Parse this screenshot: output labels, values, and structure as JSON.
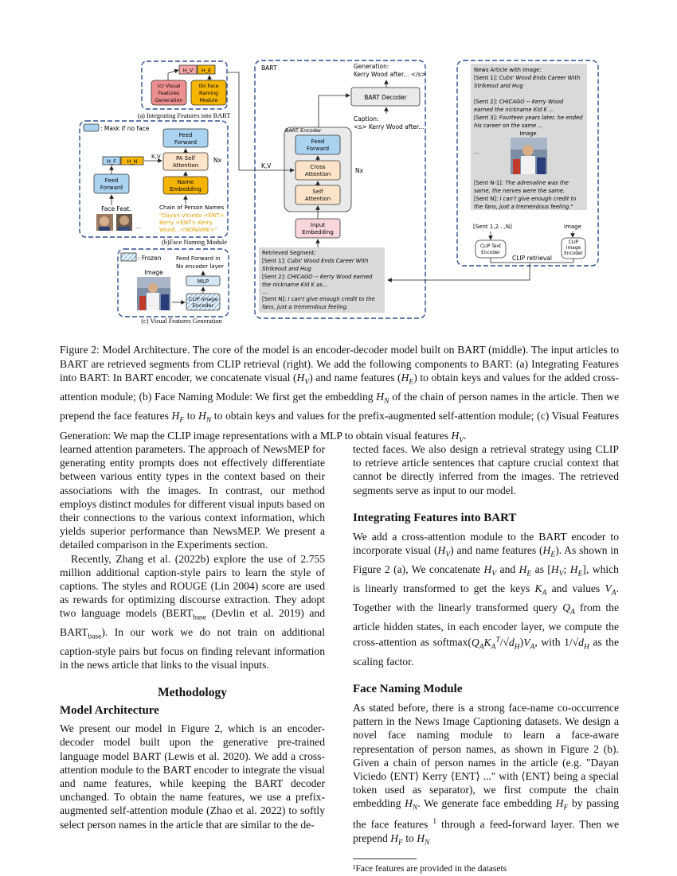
{
  "figure": {
    "panel_a": {
      "title": "(a) Integrating Features into BART",
      "hv": "H_V",
      "he": "H_E",
      "visual_gen": "(c) Visual Features Generation",
      "face_naming": "(b) Face Naming Module"
    },
    "panel_b": {
      "title": "(b)Face Naming Module",
      "mask_label": ": Mask if no face",
      "ff": "Feed Forward",
      "pa": "PA Self Attention",
      "name_emb": "Name Embedding",
      "hf": "H_F",
      "hn": "H_N",
      "kv": "K,V",
      "nx": "Nx",
      "face_feat": "Face Feat.",
      "chain_label": "Chain of Person Names",
      "chain_text": "\"Dayan Viciedo <ENT> Kerry <ENT> Kerry Wood...<NONAME>\"",
      "ellipsis": "..."
    },
    "panel_c": {
      "title": "(c) Visual Features Generation",
      "frozen": ": Frozen",
      "ff_label": "Feed Forward in Nx encoder layer",
      "image_label": "Image",
      "mlp": "MLP",
      "clip": "CLIP Image Encoder"
    },
    "bart": {
      "label": "BART",
      "generation_label": "Generation:",
      "generation_text": "Kerry Wood after... </s>",
      "decoder": "BART Decoder",
      "caption_label": "Caption:",
      "caption_text": "<s> Kerry Wood after...",
      "encoder_label": "BART Encoder",
      "ff": "Feed Forward",
      "cross": "Cross Attention",
      "self": "Self Attention",
      "nx": "Nx",
      "kv": "K,V",
      "input_emb": "Input Embedding",
      "retrieved_label": "Retrieved Segment:",
      "retrieved_s1_tag": "[Sent 1]:",
      "retrieved_s1": "Cubs' Wood Ends Career With Strikeout and Hug",
      "retrieved_s2_tag": "[Sent 2]:",
      "retrieved_s2": "CHICAGO -- Kerry Wood earned the nickname  Kid K as...",
      "retrieved_dots": "...",
      "retrieved_sn_tag": "[Sent N]:",
      "retrieved_sn": "I can't give enough credit to the fans, just a tremendous feeling."
    },
    "retrieval": {
      "article_label": "News Article with Image:",
      "s1_tag": "[Sent 1]:",
      "s1": "Cubs' Wood Ends Career With Strikeout and Hug",
      "s2_tag": "[Sent 2]:",
      "s2": "CHICAGO -- Kerry Wood earned the nickname  Kid K ...",
      "s3_tag": "[Sent 3]:",
      "s3": "Fourteen years later, he ended his career on the same ...",
      "image_label": "Image",
      "dots": "...",
      "sn1_tag": "[Sent N-1]:",
      "sn1": "The adrenaline was the same, the nerves were the same.",
      "sn_tag": "[Sent N]:",
      "sn": "I can't give enough credit to the fans, just a tremendous feeling.\"",
      "sent_range": "[Sent 1,2...,N]",
      "image_in": "Image",
      "clip_text": "CLIP Text Encoder",
      "clip_image": "CLIP Image Encoder",
      "clip_retrieval": "CLIP retrieval"
    }
  },
  "caption": "Figure 2: Model Architecture. The core of the model is an encoder-decoder model built on BART (middle). The input articles to BART are retrieved segments from CLIP retrieval (right). We add the following components to BART: (a) Integrating Features into BART: In BART encoder, we concatenate visual (HV) and name features (HE) to obtain keys and values for the added cross-attention module; (b) Face Naming Module: We first get the embedding HN of the chain of person names in the article. Then we prepend the face features HF to HN to obtain keys and values for the prefix-augmented self-attention module; (c) Visual Features Generation: We map the CLIP image representations with a MLP to obtain visual features HV.",
  "left_col": {
    "p1": "learned attention parameters. The approach of NewsMEP for generating entity prompts does not effectively differentiate between various entity types in the context based on their associations with the images. In contrast, our method employs distinct modules for different visual inputs based on their connections to the various context information, which yields superior performance than NewsMEP. We present a detailed comparison in the Experiments section.",
    "p2": "Recently, Zhang et al. (2022b) explore the use of 2.755 million additional caption-style pairs to learn the style of captions. The styles and ROUGE (Lin 2004) score are used as rewards for optimizing discourse extraction. They adopt two language models (BERTbase (Devlin et al. 2019) and BARTbase). In our work we do not train on additional caption-style pairs but focus on finding relevant information in the news article that links to the visual inputs.",
    "h_methodology": "Methodology",
    "h_model": "Model Architecture",
    "p3": "We present our model in Figure 2, which is an encoder-decoder model built upon the generative pre-trained language model BART (Lewis et al. 2020). We add a cross-attention module to the BART encoder to integrate the visual and name features, while keeping the BART decoder unchanged. To obtain the name features, we use a prefix-augmented self-attention module (Zhao et al. 2022) to softly select person names in the article that are similar to the de-"
  },
  "right_col": {
    "p1": "tected faces. We also design a retrieval strategy using CLIP to retrieve article sentences that capture crucial context that cannot be directly inferred from the images. The retrieved segments serve as input to our model.",
    "h_integrating": "Integrating Features into BART",
    "p2": "We add a cross-attention module to the BART encoder to incorporate visual (HV) and name features (HE). As shown in Figure 2 (a), We concatenate HV and HE as [HV; HE], which is linearly transformed to get the keys KA and values VA. Together with the linearly transformed query QA from the article hidden states, in each encoder layer, we compute the cross-attention as softmax(QA KA^T / √dH) VA, with 1/√dH as the scaling factor.",
    "h_face": "Face Naming Module",
    "p3": "As stated before, there is a strong face-name co-occurrence pattern in the News Image Captioning datasets. We design a novel face naming module to learn a face-aware representation of person names, as shown in Figure 2 (b). Given a chain of person names in the article (e.g. \"Dayan Viciedo ⟨ENT⟩ Kerry ⟨ENT⟩ ...\" with ⟨ENT⟩ being a special token used as separator), we first compute the chain embedding HN. We generate face embedding HF by passing the face features ¹ through a feed-forward layer. Then we prepend HF to HN",
    "footnote": "¹Face features are provided in the datasets"
  }
}
